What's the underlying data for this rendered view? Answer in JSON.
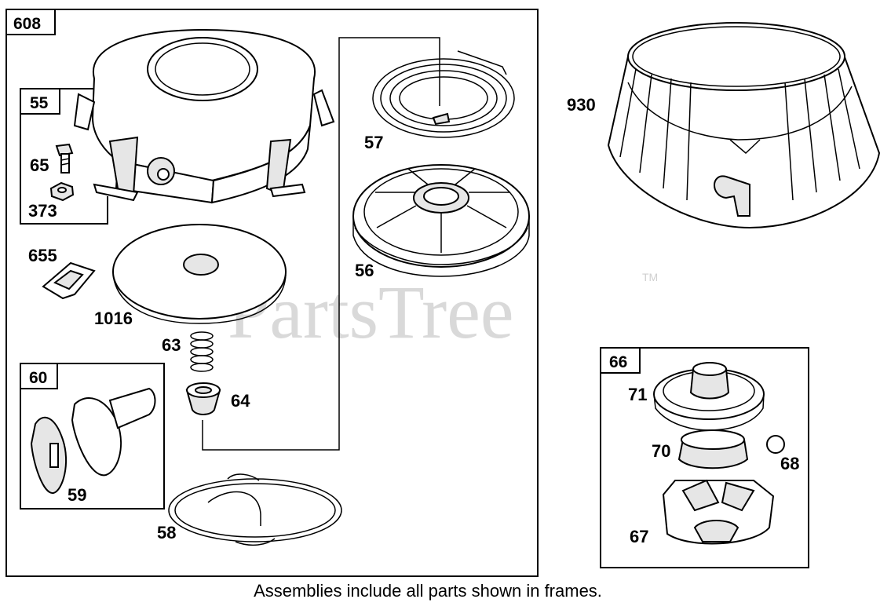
{
  "watermark": {
    "text": "PartsTree",
    "trademark": "TM"
  },
  "frames": {
    "main": "608",
    "bolts": "55",
    "handle": "60",
    "clutch": "66"
  },
  "part_labels": {
    "p55_65": "65",
    "p55_373": "373",
    "p655": "655",
    "p1016": "1016",
    "p63": "63",
    "p64": "64",
    "p59": "59",
    "p58": "58",
    "p57": "57",
    "p56": "56",
    "p930": "930",
    "p71": "71",
    "p70": "70",
    "p68": "68",
    "p67": "67"
  },
  "caption": "Assemblies include all parts shown in frames."
}
